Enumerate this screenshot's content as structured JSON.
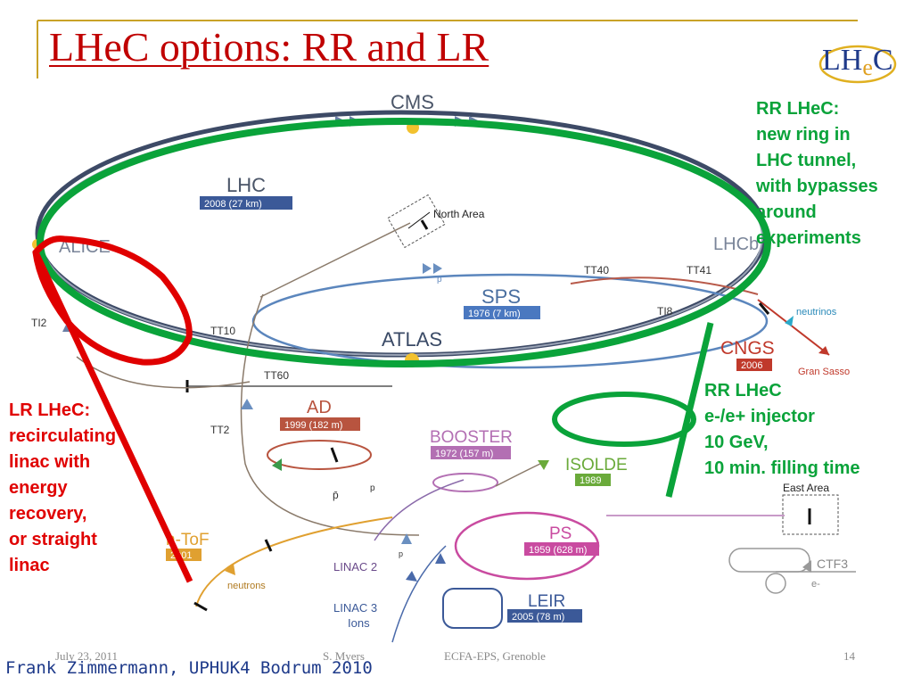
{
  "slide": {
    "title": "LHeC options: RR and LR",
    "logo_text": "LHeC"
  },
  "diagram": {
    "labels": {
      "cms": "CMS",
      "lhc": "LHC",
      "lhc_year": "2008 (27 km)",
      "north_area": "North Area",
      "alice": "ALICE",
      "lhcb": "LHCb",
      "ti2": "TI2",
      "tt10": "TT10",
      "tt60": "TT60",
      "tt40": "TT40",
      "tt41": "TT41",
      "ti8": "TI8",
      "sps": "SPS",
      "sps_year": "1976 (7 km)",
      "atlas": "ATLAS",
      "neutrinos": "neutrinos",
      "cngs": "CNGS",
      "cngs_year": "2006",
      "gran_sasso": "Gran Sasso",
      "ad": "AD",
      "ad_year": "1999 (182 m)",
      "tt2": "TT2",
      "booster": "BOOSTER",
      "booster_year": "1972 (157 m)",
      "isolde": "ISOLDE",
      "isolde_year": "1989",
      "east_area": "East Area",
      "pbar": "p̄",
      "p": "p",
      "ntof": "n-ToF",
      "ntof_year": "2001",
      "neutrons": "neutrons",
      "linac2": "LINAC 2",
      "ps": "PS",
      "ps_year": "1959 (628 m)",
      "ctf3": "CTF3",
      "eminus": "e-",
      "leir": "LEIR",
      "leir_year": "2005 (78 m)",
      "linac3": "LINAC 3",
      "ions": "Ions"
    }
  },
  "notes": {
    "rr_ring": [
      "RR LHeC:",
      "new ring in",
      "LHC tunnel,",
      "with bypasses",
      "around",
      "experiments"
    ],
    "rr_injector": [
      "RR LHeC",
      "e-/e+ injector",
      "10 GeV,",
      "10 min. filling time"
    ],
    "lr": [
      "LR LHeC:",
      "recirculating",
      "linac with",
      "energy",
      "recovery,",
      "or straight",
      "linac"
    ]
  },
  "footer": {
    "date": "July 23, 2011",
    "author": "S. Myers",
    "event": "ECFA-EPS, Grenoble",
    "page": "14",
    "credit": "Frank Zimmermann, UPHUK4 Bodrum 2010"
  },
  "colors": {
    "title": "#c00000",
    "green_overlay": "#0aa33a",
    "red_overlay": "#e00000",
    "accent_line": "#c9a227"
  }
}
